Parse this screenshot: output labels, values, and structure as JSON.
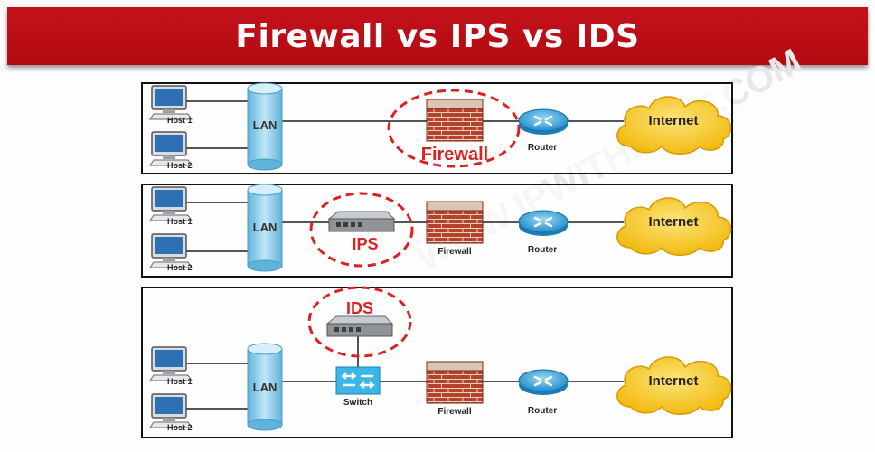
{
  "title": "Firewall vs IPS vs IDS",
  "labels": {
    "host1": "Host 1",
    "host2": "Host 2",
    "lan": "LAN",
    "firewall": "Firewall",
    "router": "Router",
    "internet": "Internet",
    "ips": "IPS",
    "ids": "IDS",
    "switch": "Switch"
  },
  "colors": {
    "title_bg": "#b80d15",
    "highlight_red": "#e02020",
    "lan_blue": "#7ec8e8",
    "cloud_yellow": "#f7c520",
    "router_blue": "#3aa6d8"
  }
}
